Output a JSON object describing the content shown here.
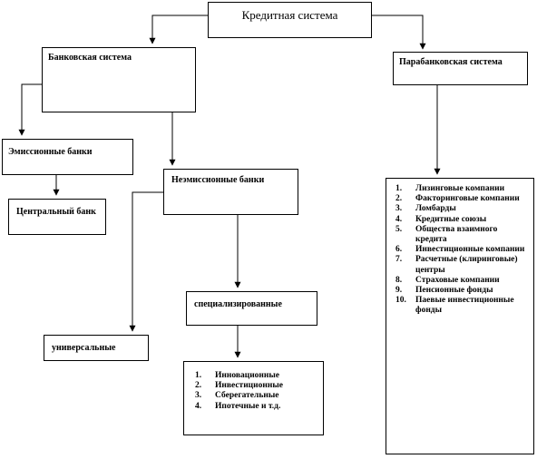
{
  "root": "Кредитная система",
  "banking_system": "Банковская система",
  "parabanking_system": "Парабанковская система",
  "emission_banks": "Эмиссионные банки",
  "central_bank": "Центральный банк",
  "non_emission_banks": "Неэмиссионные банки",
  "specialized": "специализированные",
  "universal": "универсальные",
  "specialized_list": [
    {
      "n": "1.",
      "label": "Инновационные"
    },
    {
      "n": "2.",
      "label": "Инвестиционные"
    },
    {
      "n": "3.",
      "label": "Сберегательные"
    },
    {
      "n": "4.",
      "label": "Ипотечные и т.д."
    }
  ],
  "parabanking_list": [
    {
      "n": "1.",
      "label": "Лизинговые компании"
    },
    {
      "n": "2.",
      "label": "Факторинговые компании"
    },
    {
      "n": "3.",
      "label": "Ломбарды"
    },
    {
      "n": "4.",
      "label": "Кредитные союзы"
    },
    {
      "n": "5.",
      "label": "Общества взаимного кредита"
    },
    {
      "n": "6.",
      "label": "Инвестиционные компании"
    },
    {
      "n": "7.",
      "label": "Расчетные (клиринговые) центры"
    },
    {
      "n": "8.",
      "label": "Страховые компании"
    },
    {
      "n": "9.",
      "label": "Пенсионные фонды"
    },
    {
      "n": "10.",
      "label": "Паевые инвестиционные фонды"
    }
  ]
}
